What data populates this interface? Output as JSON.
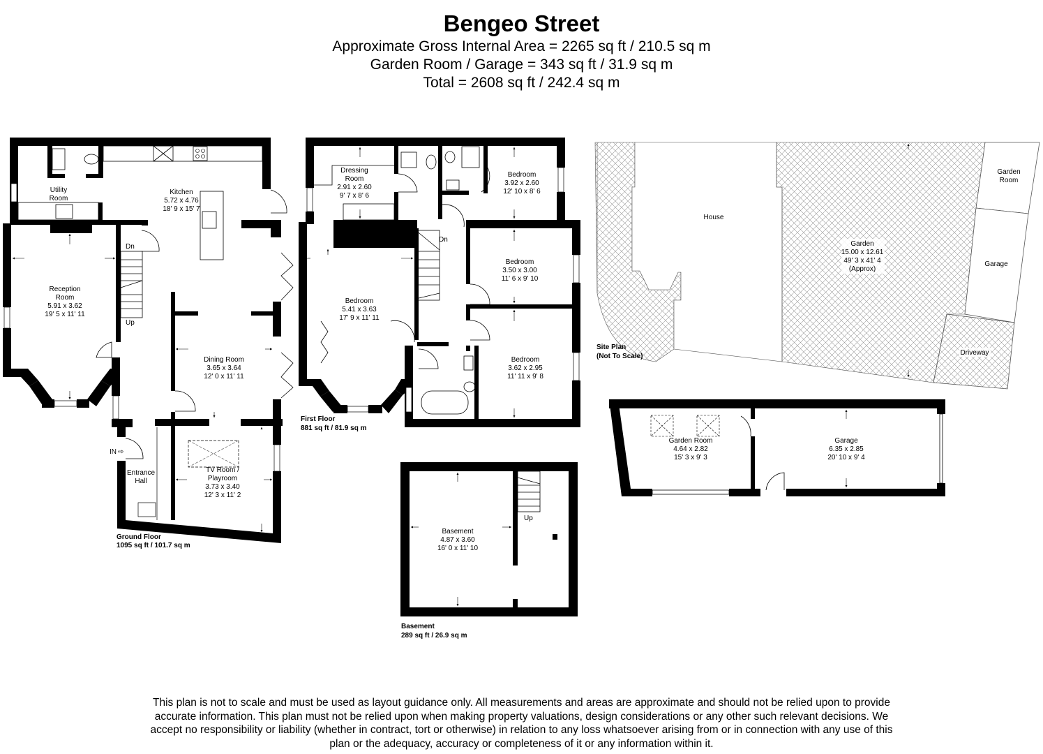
{
  "header": {
    "title": "Bengeo Street",
    "gross_internal_area": "Approximate Gross Internal Area = 2265 sq ft / 210.5 sq m",
    "garden_room_garage": "Garden Room / Garage = 343 sq ft / 31.9 sq m",
    "total": "Total = 2608 sq ft / 242.4 sq m"
  },
  "ground_floor": {
    "label": "Ground Floor",
    "area": "1095 sq ft / 101.7 sq m",
    "entry_marker": "IN",
    "rooms": [
      {
        "name_lines": [
          "Kitchen"
        ],
        "metric": "5.72 x 4.76",
        "imperial": "18' 9 x 15' 7"
      },
      {
        "name_lines": [
          "Utility",
          "Room"
        ],
        "metric": "",
        "imperial": ""
      },
      {
        "name_lines": [
          "Reception",
          "Room"
        ],
        "metric": "5.91 x 3.62",
        "imperial": "19' 5 x 11' 11"
      },
      {
        "name_lines": [
          "Dining Room"
        ],
        "metric": "3.65 x 3.64",
        "imperial": "12' 0 x 11' 11"
      },
      {
        "name_lines": [
          "TV Room /",
          "Playroom"
        ],
        "metric": "3.73 x 3.40",
        "imperial": "12' 3 x 11' 2"
      },
      {
        "name_lines": [
          "Entrance",
          "Hall"
        ],
        "metric": "",
        "imperial": ""
      }
    ],
    "stairs": {
      "down": "Dn",
      "up": "Up"
    }
  },
  "first_floor": {
    "label": "First Floor",
    "area": "881 sq ft / 81.9 sq m",
    "rooms": [
      {
        "name_lines": [
          "Dressing",
          "Room"
        ],
        "metric": "2.91 x 2.60",
        "imperial": "9' 7 x 8' 6"
      },
      {
        "name_lines": [
          "Bedroom"
        ],
        "metric": "3.92 x 2.60",
        "imperial": "12' 10 x 8' 6"
      },
      {
        "name_lines": [
          "Bedroom"
        ],
        "metric": "3.50 x 3.00",
        "imperial": "11' 6 x 9' 10"
      },
      {
        "name_lines": [
          "Bedroom"
        ],
        "metric": "5.41 x 3.63",
        "imperial": "17' 9 x 11' 11"
      },
      {
        "name_lines": [
          "Bedroom"
        ],
        "metric": "3.62 x 2.95",
        "imperial": "11' 11 x 9' 8"
      }
    ],
    "stairs": {
      "down": "Dn"
    }
  },
  "basement": {
    "label": "Basement",
    "area": "289 sq ft / 26.9 sq m",
    "rooms": [
      {
        "name_lines": [
          "Basement"
        ],
        "metric": "4.87 x 3.60",
        "imperial": "16' 0 x 11' 10"
      }
    ],
    "stairs": {
      "up": "Up"
    }
  },
  "site_plan": {
    "label_line1": "Site Plan",
    "label_line2": "(Not To Scale)",
    "areas": [
      {
        "name_lines": [
          "House"
        ]
      },
      {
        "name_lines": [
          "Garden",
          "15.00 x 12.61",
          "49' 3 x 41' 4",
          "(Approx)"
        ]
      },
      {
        "name_lines": [
          "Garden",
          "Room"
        ]
      },
      {
        "name_lines": [
          "Garage"
        ]
      },
      {
        "name_lines": [
          "Driveway"
        ]
      }
    ]
  },
  "outbuilding": {
    "rooms": [
      {
        "name_lines": [
          "Garden Room"
        ],
        "metric": "4.64 x 2.82",
        "imperial": "15' 3 x 9' 3"
      },
      {
        "name_lines": [
          "Garage"
        ],
        "metric": "6.35 x 2.85",
        "imperial": "20' 10 x 9' 4"
      }
    ]
  },
  "disclaimer": "This plan is not to scale and must be used as layout guidance only. All measurements and areas are approximate and should not be relied upon to provide accurate information. This plan must not be relied upon when making property valuations, design considerations or any other such relevant decisions. We accept no responsibility or liability (whether in contract, tort or otherwise) in relation to any loss whatsoever arising from or in connection with any use of this plan or the adequacy, accuracy or completeness of it or any information within it.",
  "colors": {
    "wall": "#000000",
    "background": "#ffffff",
    "hatch": "#9a9a9a"
  }
}
